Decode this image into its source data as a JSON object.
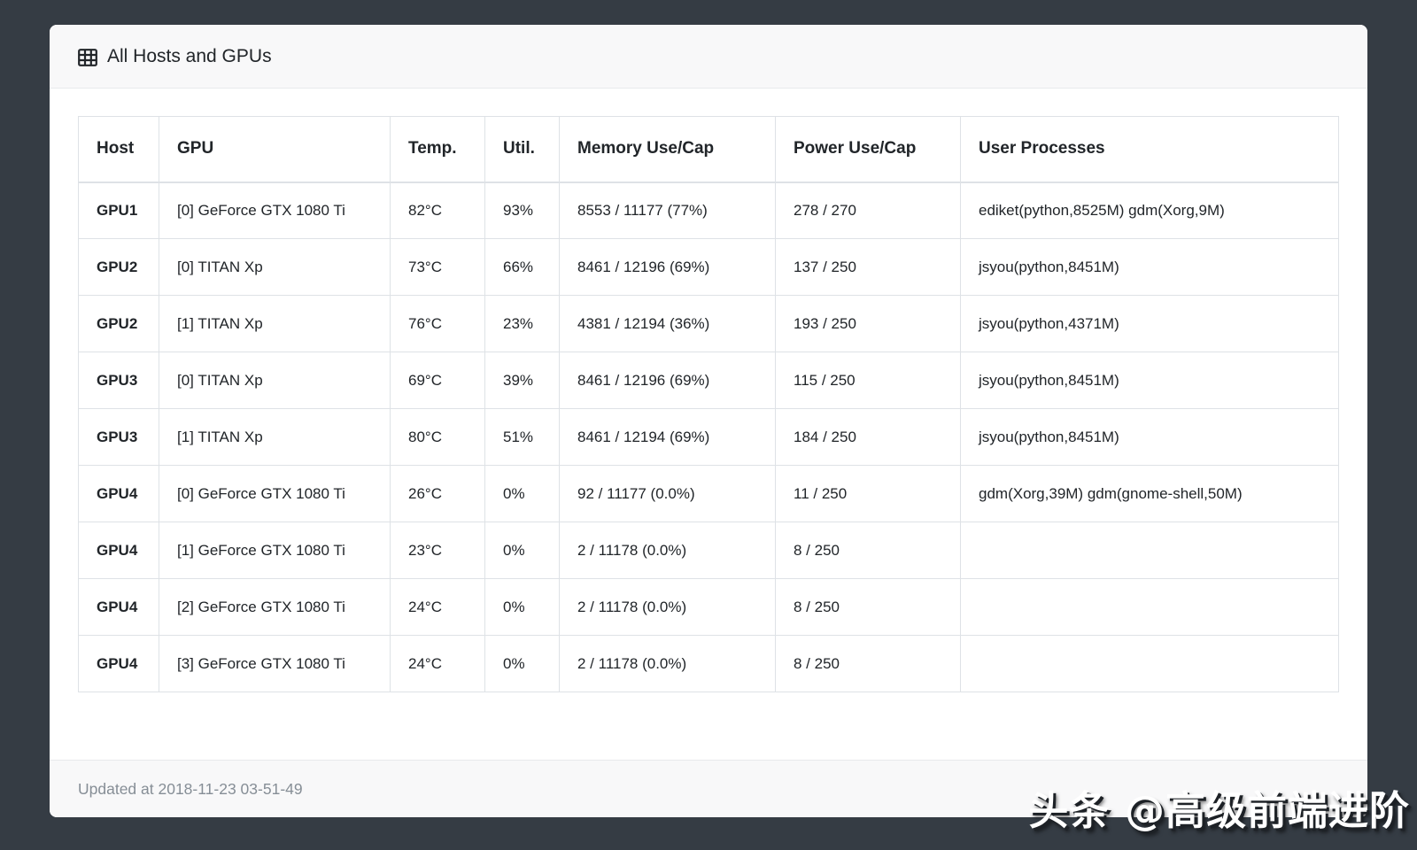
{
  "page": {
    "background_color": "#353c44",
    "watermark_text": "头条 @高级前端进阶"
  },
  "card": {
    "header": {
      "icon": "table-grid-icon",
      "title": "All Hosts and GPUs"
    },
    "footer": {
      "updated_text": "Updated at 2018-11-23 03-51-49"
    }
  },
  "table": {
    "columns": [
      "Host",
      "GPU",
      "Temp.",
      "Util.",
      "Memory Use/Cap",
      "Power Use/Cap",
      "User Processes"
    ],
    "rows": [
      {
        "host": "GPU1",
        "gpu": "[0] GeForce GTX 1080 Ti",
        "temp": "82°C",
        "util": "93%",
        "memory": "8553 / 11177 (77%)",
        "power": "278 / 270",
        "processes": "ediket(python,8525M) gdm(Xorg,9M)"
      },
      {
        "host": "GPU2",
        "gpu": "[0] TITAN Xp",
        "temp": "73°C",
        "util": "66%",
        "memory": "8461 / 12196 (69%)",
        "power": "137 / 250",
        "processes": "jsyou(python,8451M)"
      },
      {
        "host": "GPU2",
        "gpu": "[1] TITAN Xp",
        "temp": "76°C",
        "util": "23%",
        "memory": "4381 / 12194 (36%)",
        "power": "193 / 250",
        "processes": "jsyou(python,4371M)"
      },
      {
        "host": "GPU3",
        "gpu": "[0] TITAN Xp",
        "temp": "69°C",
        "util": "39%",
        "memory": "8461 / 12196 (69%)",
        "power": "115 / 250",
        "processes": "jsyou(python,8451M)"
      },
      {
        "host": "GPU3",
        "gpu": "[1] TITAN Xp",
        "temp": "80°C",
        "util": "51%",
        "memory": "8461 / 12194 (69%)",
        "power": "184 / 250",
        "processes": "jsyou(python,8451M)"
      },
      {
        "host": "GPU4",
        "gpu": "[0] GeForce GTX 1080 Ti",
        "temp": "26°C",
        "util": "0%",
        "memory": "92 / 11177 (0.0%)",
        "power": "11 / 250",
        "processes": "gdm(Xorg,39M) gdm(gnome-shell,50M)"
      },
      {
        "host": "GPU4",
        "gpu": "[1] GeForce GTX 1080 Ti",
        "temp": "23°C",
        "util": "0%",
        "memory": "2 / 11178 (0.0%)",
        "power": "8 / 250",
        "processes": ""
      },
      {
        "host": "GPU4",
        "gpu": "[2] GeForce GTX 1080 Ti",
        "temp": "24°C",
        "util": "0%",
        "memory": "2 / 11178 (0.0%)",
        "power": "8 / 250",
        "processes": ""
      },
      {
        "host": "GPU4",
        "gpu": "[3] GeForce GTX 1080 Ti",
        "temp": "24°C",
        "util": "0%",
        "memory": "2 / 11178 (0.0%)",
        "power": "8 / 250",
        "processes": ""
      }
    ]
  }
}
